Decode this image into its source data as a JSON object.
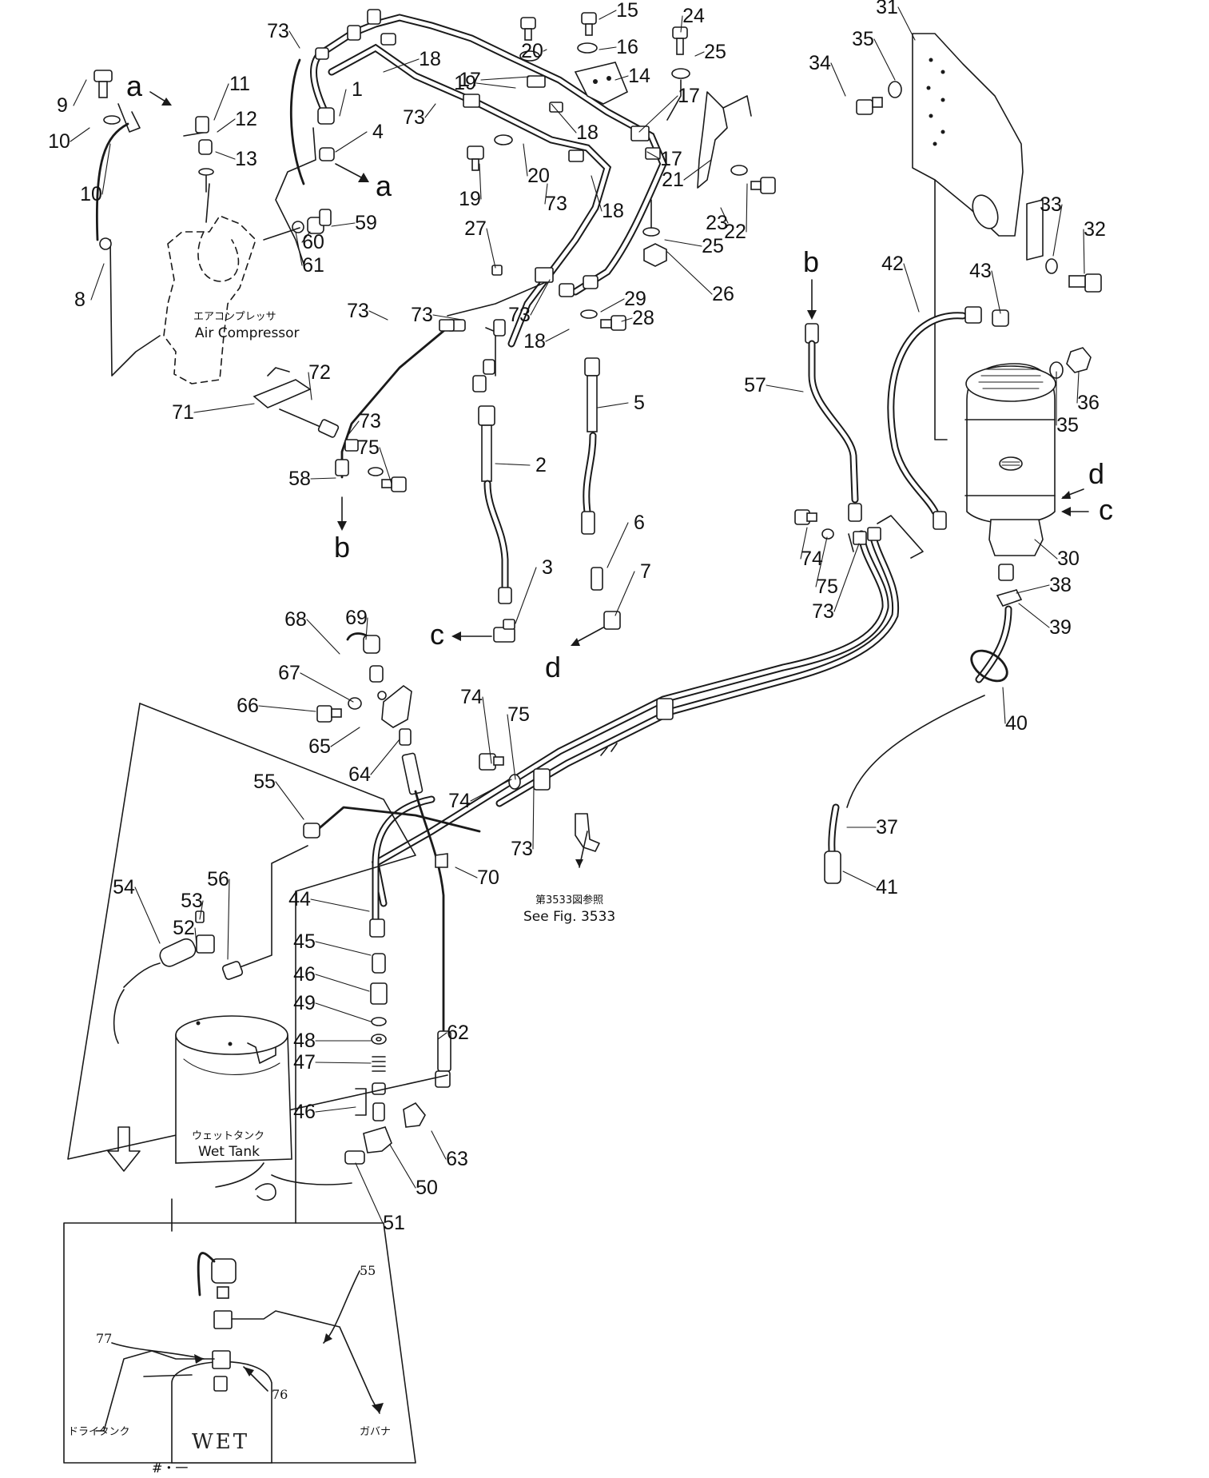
{
  "part_numbers": [
    "1",
    "2",
    "3",
    "4",
    "5",
    "6",
    "7",
    "8",
    "9",
    "10",
    "10",
    "11",
    "12",
    "13",
    "14",
    "15",
    "16",
    "17",
    "17",
    "17",
    "18",
    "18",
    "18",
    "18",
    "19",
    "19",
    "20",
    "20",
    "21",
    "22",
    "23",
    "24",
    "25",
    "25",
    "26",
    "27",
    "28",
    "29",
    "30",
    "31",
    "32",
    "33",
    "34",
    "35",
    "35",
    "36",
    "37",
    "38",
    "39",
    "40",
    "41",
    "42",
    "43",
    "44",
    "45",
    "46",
    "46",
    "47",
    "48",
    "49",
    "50",
    "51",
    "52",
    "53",
    "54",
    "55",
    "56",
    "57",
    "58",
    "59",
    "60",
    "61",
    "62",
    "63",
    "64",
    "65",
    "66",
    "67",
    "68",
    "69",
    "70",
    "71",
    "72",
    "73",
    "73",
    "73",
    "73",
    "73",
    "73",
    "73",
    "73",
    "73",
    "74",
    "74",
    "74",
    "75",
    "75",
    "75"
  ],
  "ref_letters": {
    "a1": "a",
    "a2": "a",
    "b1": "b",
    "b2": "b",
    "c1": "c",
    "c2": "c",
    "d1": "d",
    "d2": "d"
  },
  "captions": {
    "air_compressor_jp": "エアコンプレッサ",
    "air_compressor": "Air Compressor",
    "wet_tank_jp": "ウェットタンク",
    "wet_tank": "Wet Tank",
    "see_fig_jp": "第3533図参照",
    "see_fig": "See Fig. 3533"
  },
  "inset": {
    "label_77": "77",
    "label_76": "76",
    "label_55": "55",
    "dry_tank": "ドライタンク",
    "governor": "ガバナ",
    "wet": "WET"
  },
  "footer_mark": "#・一"
}
